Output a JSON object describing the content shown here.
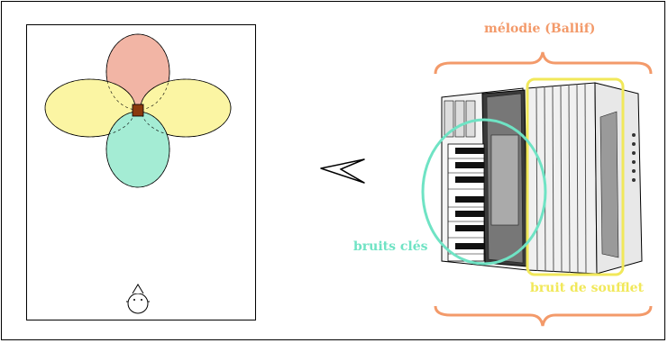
{
  "labels": {
    "melodie": "mélodie (Ballif)",
    "bruits_cles": "bruits clés",
    "bruit_soufflet": "bruit de soufflet"
  },
  "colors": {
    "melodie": "#f39a6a",
    "bruits_cles": "#6fe3c4",
    "bruit_soufflet": "#f1e85a",
    "lobe_top": "#f2b5a5",
    "lobe_sides": "#fbf5a3",
    "lobe_bottom": "#a4ecd4",
    "center": "#8b3a0e"
  },
  "icons": {
    "listener": "listener-head-icon",
    "arrow": "left-chevron-arrow-icon",
    "accordion": "accordion-drawing"
  }
}
